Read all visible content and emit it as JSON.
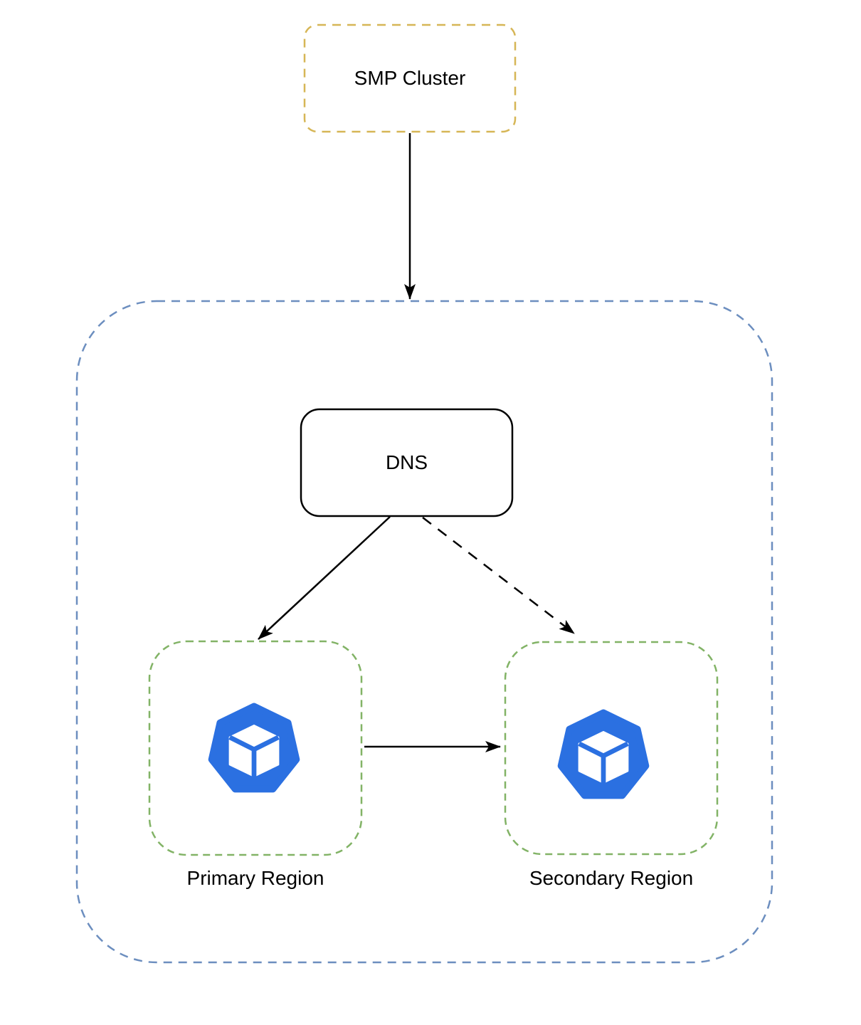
{
  "diagram": {
    "title": "SMP Cluster multi-region DNS routing diagram",
    "nodes": {
      "smp_cluster": {
        "label": "SMP Cluster",
        "border_color": "#d6b656",
        "border_style": "dashed",
        "fill": "#ffffff"
      },
      "container": {
        "label": "",
        "border_color": "#6c8ebf",
        "border_style": "dashed",
        "fill": "#ffffff"
      },
      "dns": {
        "label": "DNS",
        "border_color": "#000000",
        "border_style": "solid",
        "fill": "#ffffff"
      },
      "primary_region": {
        "label": "Primary Region",
        "border_color": "#82b366",
        "border_style": "dashed",
        "fill": "#ffffff",
        "icon": "cube-heptagon-icon"
      },
      "secondary_region": {
        "label": "Secondary Region",
        "border_color": "#82b366",
        "border_style": "dashed",
        "fill": "#ffffff",
        "icon": "cube-heptagon-icon"
      }
    },
    "icon": {
      "name": "cube-heptagon-icon",
      "color": "#2b70e1",
      "cube_color": "#ffffff"
    },
    "edges": [
      {
        "from": "smp_cluster",
        "to": "container",
        "style": "solid",
        "color": "#000000"
      },
      {
        "from": "dns",
        "to": "primary_region",
        "style": "solid",
        "color": "#000000"
      },
      {
        "from": "dns",
        "to": "secondary_region",
        "style": "dashed",
        "color": "#000000"
      },
      {
        "from": "primary_region",
        "to": "secondary_region",
        "style": "solid",
        "color": "#000000"
      }
    ],
    "text_color": "#000000",
    "background": "#ffffff"
  }
}
